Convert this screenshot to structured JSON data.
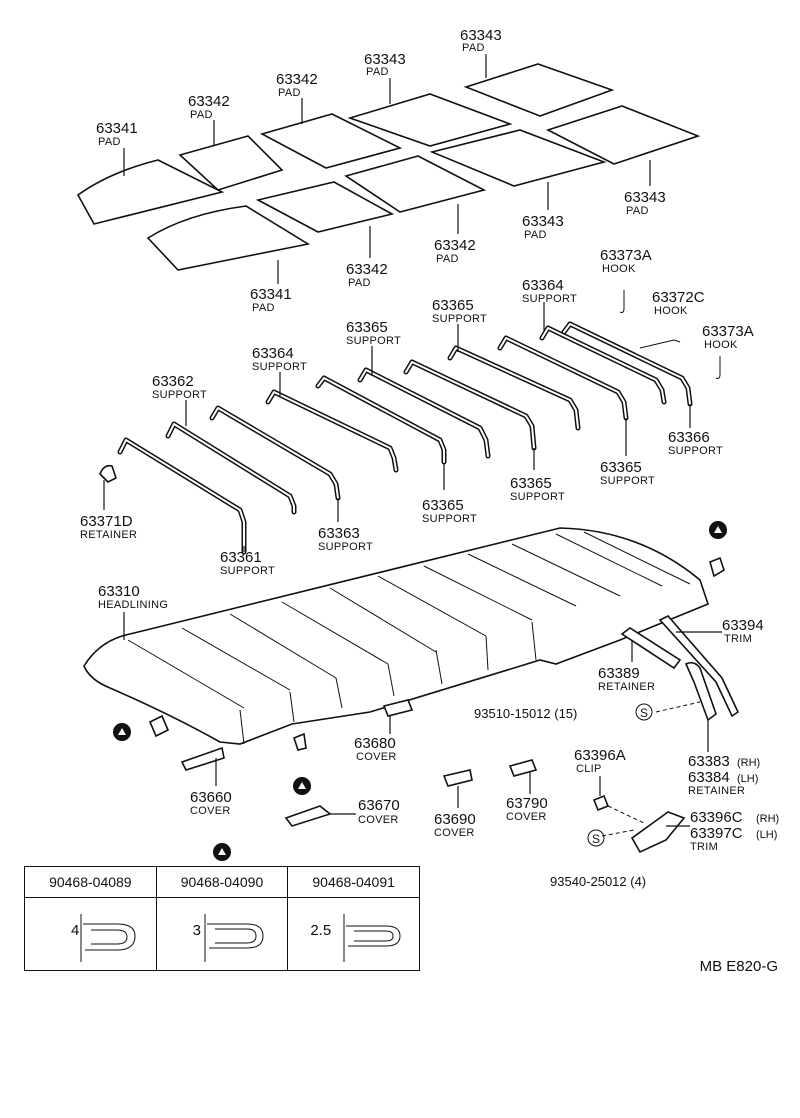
{
  "parts": {
    "p63343a": {
      "pn": "63343",
      "name": "PAD"
    },
    "p63343b": {
      "pn": "63343",
      "name": "PAD"
    },
    "p63342a": {
      "pn": "63342",
      "name": "PAD"
    },
    "p63342b": {
      "pn": "63342",
      "name": "PAD"
    },
    "p63341a": {
      "pn": "63341",
      "name": "PAD"
    },
    "p63343c": {
      "pn": "63343",
      "name": "PAD"
    },
    "p63343d": {
      "pn": "63343",
      "name": "PAD"
    },
    "p63342c": {
      "pn": "63342",
      "name": "PAD"
    },
    "p63342d": {
      "pn": "63342",
      "name": "PAD"
    },
    "p63341b": {
      "pn": "63341",
      "name": "PAD"
    },
    "p63373a1": {
      "pn": "63373A",
      "name": "HOOK"
    },
    "p63372c": {
      "pn": "63372C",
      "name": "HOOK"
    },
    "p63373a2": {
      "pn": "63373A",
      "name": "HOOK"
    },
    "p63364a": {
      "pn": "63364",
      "name": "SUPPORT"
    },
    "p63365a": {
      "pn": "63365",
      "name": "SUPPORT"
    },
    "p63365b": {
      "pn": "63365",
      "name": "SUPPORT"
    },
    "p63364b": {
      "pn": "63364",
      "name": "SUPPORT"
    },
    "p63362": {
      "pn": "63362",
      "name": "SUPPORT"
    },
    "p63366": {
      "pn": "63366",
      "name": "SUPPORT"
    },
    "p63365c": {
      "pn": "63365",
      "name": "SUPPORT"
    },
    "p63365d": {
      "pn": "63365",
      "name": "SUPPORT"
    },
    "p63365e": {
      "pn": "63365",
      "name": "SUPPORT"
    },
    "p63371d": {
      "pn": "63371D",
      "name": "RETAINER"
    },
    "p63363": {
      "pn": "63363",
      "name": "SUPPORT"
    },
    "p63361": {
      "pn": "63361",
      "name": "SUPPORT"
    },
    "p63310": {
      "pn": "63310",
      "name": "HEADLINING"
    },
    "p63394": {
      "pn": "63394",
      "name": "TRIM"
    },
    "p63389": {
      "pn": "63389",
      "name": "RETAINER"
    },
    "p93510": {
      "pn": "93510-15012 (15)"
    },
    "p63680": {
      "pn": "63680",
      "name": "COVER"
    },
    "p63383": {
      "pn": "63383",
      "suffix": "(RH)"
    },
    "p63384": {
      "pn": "63384",
      "suffix": "(LH)",
      "name": "RETAINER"
    },
    "p63660": {
      "pn": "63660",
      "name": "COVER"
    },
    "p63396a": {
      "pn": "63396A",
      "name": "CLIP"
    },
    "p63670": {
      "pn": "63670",
      "name": "COVER"
    },
    "p63690": {
      "pn": "63690",
      "name": "COVER"
    },
    "p63790": {
      "pn": "63790",
      "name": "COVER"
    },
    "p63396c": {
      "pn": "63396C",
      "suffix": "(RH)"
    },
    "p63397c": {
      "pn": "63397C",
      "suffix": "(LH)",
      "name": "TRIM"
    },
    "p93540": {
      "pn": "93540-25012 (4)"
    }
  },
  "symbols": {
    "s_mark": "S"
  },
  "clip_table": {
    "headers": [
      "90468-04089",
      "90468-04090",
      "90468-04091"
    ],
    "sizes": [
      "4",
      "3",
      "2.5"
    ]
  },
  "reference": "MB  E820-G"
}
